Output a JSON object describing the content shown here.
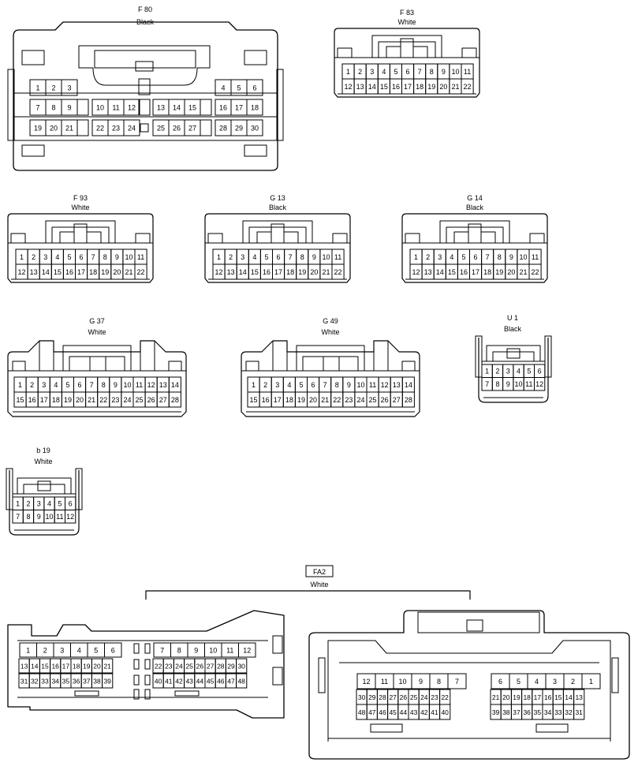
{
  "connectors": [
    {
      "id": "F 80",
      "color": "Black",
      "pins": [
        "1",
        "2",
        "3",
        "4",
        "5",
        "6",
        "7",
        "8",
        "9",
        "10",
        "11",
        "12",
        "13",
        "14",
        "15",
        "16",
        "17",
        "18",
        "19",
        "20",
        "21",
        "22",
        "23",
        "24",
        "25",
        "26",
        "27",
        "28",
        "29",
        "30"
      ]
    },
    {
      "id": "F 83",
      "color": "White",
      "pins": [
        "1",
        "2",
        "3",
        "4",
        "5",
        "6",
        "7",
        "8",
        "9",
        "10",
        "11",
        "12",
        "13",
        "14",
        "15",
        "16",
        "17",
        "18",
        "19",
        "20",
        "21",
        "22"
      ]
    },
    {
      "id": "F 93",
      "color": "White",
      "pins": [
        "1",
        "2",
        "3",
        "4",
        "5",
        "6",
        "7",
        "8",
        "9",
        "10",
        "11",
        "12",
        "13",
        "14",
        "15",
        "16",
        "17",
        "18",
        "19",
        "20",
        "21",
        "22"
      ]
    },
    {
      "id": "G 13",
      "color": "Black",
      "pins": [
        "1",
        "2",
        "3",
        "4",
        "5",
        "6",
        "7",
        "8",
        "9",
        "10",
        "11",
        "12",
        "13",
        "14",
        "15",
        "16",
        "17",
        "18",
        "19",
        "20",
        "21",
        "22"
      ]
    },
    {
      "id": "G 14",
      "color": "Black",
      "pins": [
        "1",
        "2",
        "3",
        "4",
        "5",
        "6",
        "7",
        "8",
        "9",
        "10",
        "11",
        "12",
        "13",
        "14",
        "15",
        "16",
        "17",
        "18",
        "19",
        "20",
        "21",
        "22"
      ]
    },
    {
      "id": "G 37",
      "color": "White",
      "pins": [
        "1",
        "2",
        "3",
        "4",
        "5",
        "6",
        "7",
        "8",
        "9",
        "10",
        "11",
        "12",
        "13",
        "14",
        "15",
        "16",
        "17",
        "18",
        "19",
        "20",
        "21",
        "22",
        "23",
        "24",
        "25",
        "26",
        "27",
        "28"
      ]
    },
    {
      "id": "G 49",
      "color": "White",
      "pins": [
        "1",
        "2",
        "3",
        "4",
        "5",
        "6",
        "7",
        "8",
        "9",
        "10",
        "11",
        "12",
        "13",
        "14",
        "15",
        "16",
        "17",
        "18",
        "19",
        "20",
        "21",
        "22",
        "23",
        "24",
        "25",
        "26",
        "27",
        "28"
      ]
    },
    {
      "id": "U 1",
      "color": "Black",
      "pins": [
        "1",
        "2",
        "3",
        "4",
        "5",
        "6",
        "7",
        "8",
        "9",
        "10",
        "11",
        "12"
      ]
    },
    {
      "id": "b 19",
      "color": "White",
      "pins": [
        "1",
        "2",
        "3",
        "4",
        "5",
        "6",
        "7",
        "8",
        "9",
        "10",
        "11",
        "12"
      ]
    },
    {
      "id": "FA2",
      "color": "White",
      "pins": [
        "1",
        "2",
        "3",
        "4",
        "5",
        "6",
        "7",
        "8",
        "9",
        "10",
        "11",
        "12",
        "13",
        "14",
        "15",
        "16",
        "17",
        "18",
        "19",
        "20",
        "21",
        "22",
        "23",
        "24",
        "25",
        "26",
        "27",
        "28",
        "29",
        "30",
        "31",
        "32",
        "33",
        "34",
        "35",
        "36",
        "37",
        "38",
        "39",
        "40",
        "41",
        "42",
        "43",
        "44",
        "45",
        "46",
        "47",
        "48"
      ]
    }
  ]
}
